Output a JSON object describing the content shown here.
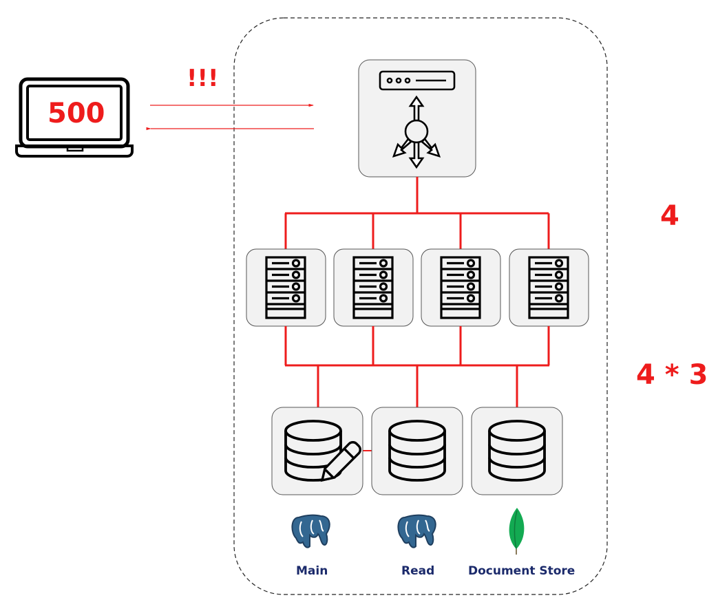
{
  "client": {
    "screen_text": "500",
    "alert_text": "!!!"
  },
  "counts": {
    "servers_count": "4",
    "connections_count": "4 * 3"
  },
  "databases": [
    {
      "label": "Main",
      "logo": "postgresql-icon"
    },
    {
      "label": "Read",
      "logo": "postgresql-icon"
    },
    {
      "label": "Document Store",
      "logo": "mongodb-icon"
    }
  ],
  "colors": {
    "accent": "#ee1c1c",
    "label": "#1b2a6b",
    "box_fill": "#f2f2f2",
    "postgres_blue": "#336791",
    "mongo_green": "#13aa52"
  }
}
